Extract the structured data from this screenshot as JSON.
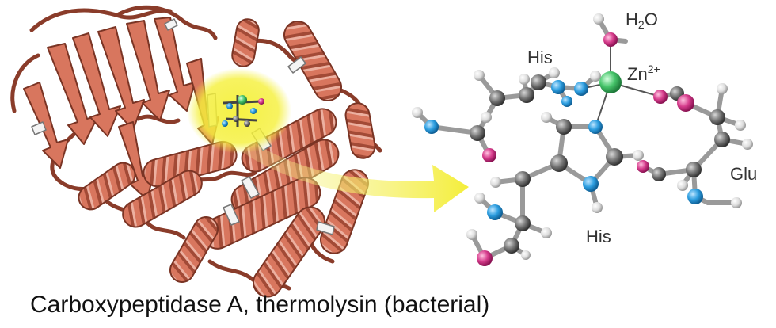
{
  "caption": "Carboxypeptidase A, thermolysin (bacterial)",
  "labels": {
    "water": {
      "main": "H",
      "sub": "2",
      "tail": "O"
    },
    "zinc": {
      "main": "Zn",
      "sup": "2+"
    },
    "his_top": "His",
    "his_bottom": "His",
    "glu": "Glu"
  },
  "colors": {
    "ribbon": "#d8765e",
    "ribbon_outline": "#7a3424",
    "helix_back": "#f2f2f2",
    "highlight": "#f5f03a",
    "carbon": "#6b6b6b",
    "hydrogen": "#dcdcdc",
    "nitrogen": "#2d9ee0",
    "oxygen": "#d63c8c",
    "zinc": "#46c46a"
  }
}
